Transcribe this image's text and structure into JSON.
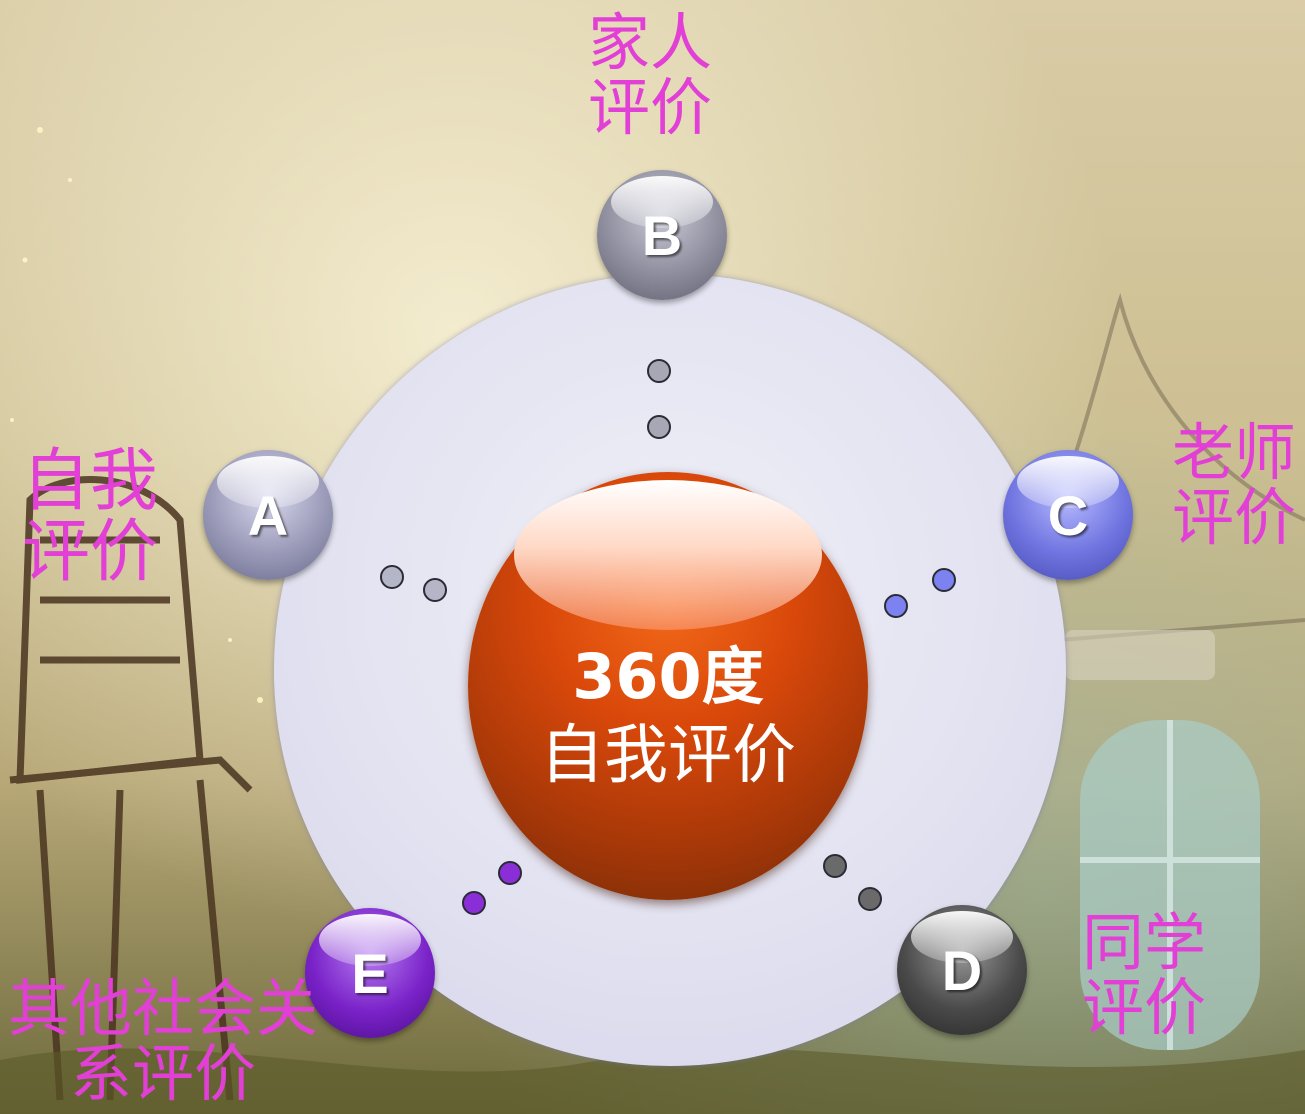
{
  "center": {
    "line1": "360度",
    "line2": "自我评价"
  },
  "nodes": [
    {
      "id": "A",
      "letter": "A",
      "label_line1": "自我",
      "label_line2": "评价",
      "color": "#9a9ab8"
    },
    {
      "id": "B",
      "letter": "B",
      "label_line1": "家人",
      "label_line2": "评价",
      "color": "#8e8e9e"
    },
    {
      "id": "C",
      "letter": "C",
      "label_line1": "老师",
      "label_line2": "评价",
      "color": "#6f74e0"
    },
    {
      "id": "D",
      "letter": "D",
      "label_line1": "同学",
      "label_line2": "评价",
      "color": "#4a4a4a"
    },
    {
      "id": "E",
      "letter": "E",
      "label_line1": "其他社会关",
      "label_line2": "系评价",
      "color": "#7a22c9"
    }
  ],
  "colors": {
    "label": "#e23fd6",
    "center": "#d9480a",
    "ring": "#e2e2f1"
  }
}
